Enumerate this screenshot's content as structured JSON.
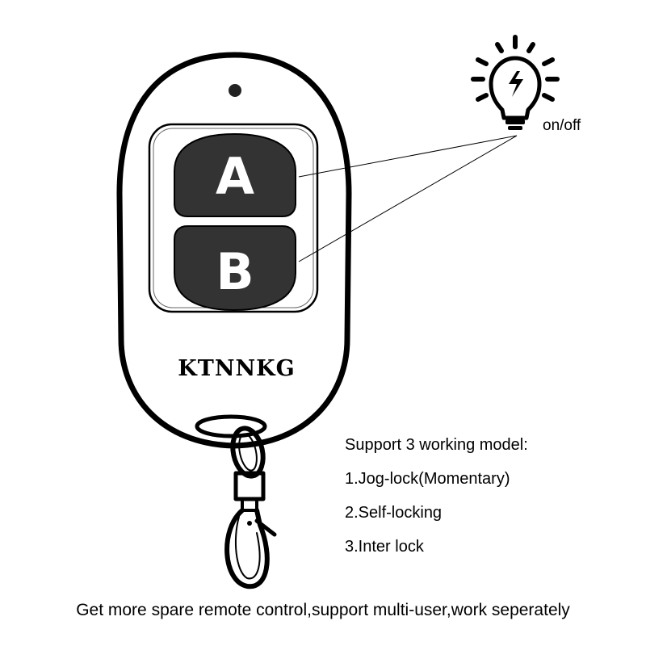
{
  "remote": {
    "button_a_label": "A",
    "button_b_label": "B",
    "brand": "KTNNKG",
    "body_color": "#ffffff",
    "button_color": "#333333"
  },
  "bulb": {
    "icon": "lightbulb-icon",
    "label": "on/off"
  },
  "modes": {
    "heading": "Support 3 working model:",
    "items": [
      "1.Jog-lock(Momentary)",
      "2.Self-locking",
      "3.Inter lock"
    ]
  },
  "footer": {
    "text": "Get more spare remote control,support multi-user,work seperately"
  }
}
